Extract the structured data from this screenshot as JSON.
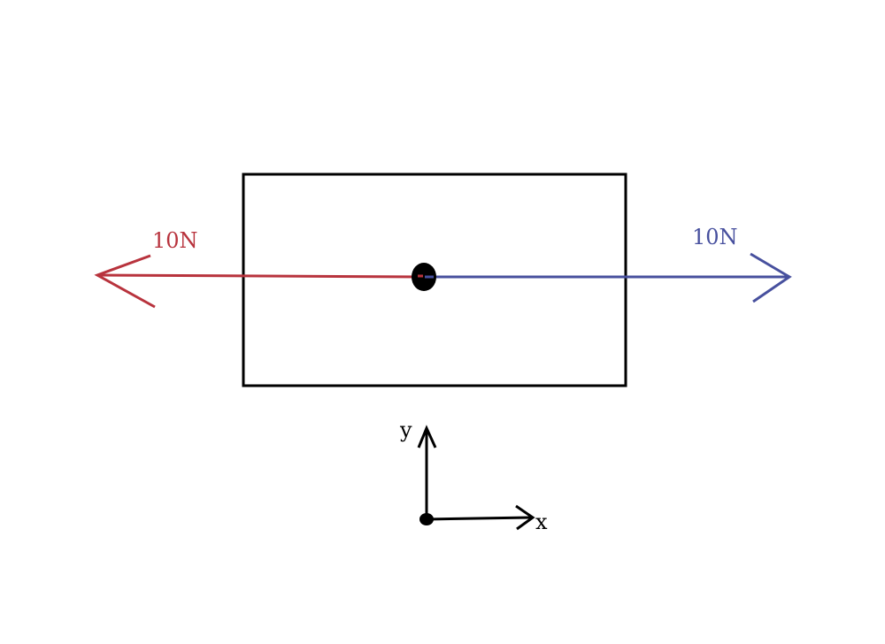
{
  "forces": {
    "left": {
      "label": "10N",
      "magnitude": 10,
      "direction": "left",
      "color": "#b8333d"
    },
    "right": {
      "label": "10N",
      "magnitude": 10,
      "direction": "right",
      "color": "#47509e"
    }
  },
  "axes": {
    "x_label": "x",
    "y_label": "y"
  }
}
